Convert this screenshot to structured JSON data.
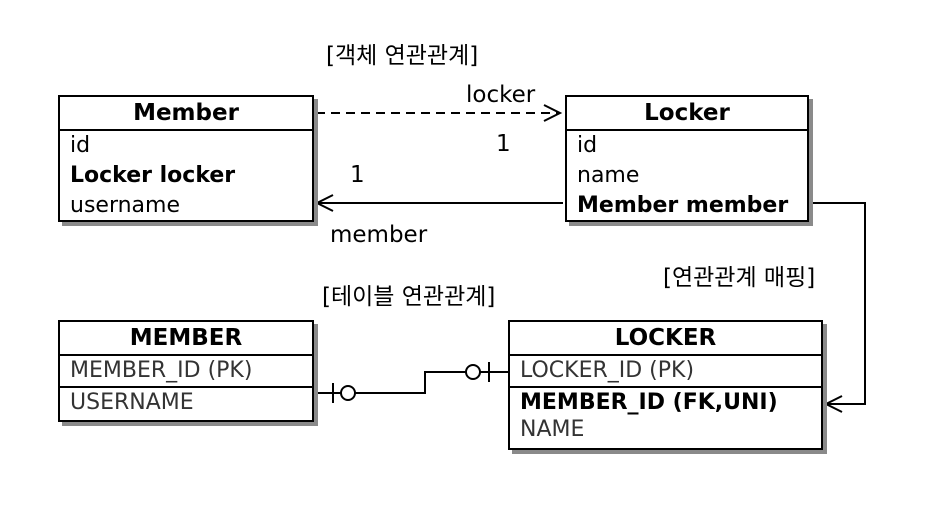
{
  "headings": {
    "object_relation": "[객체 연관관계]",
    "table_relation": "[테이블 연관관계]",
    "relation_mapping": "[연관관계 매핑]"
  },
  "entities": {
    "member": {
      "title": "Member",
      "fields": [
        {
          "text": "id",
          "bold": false
        },
        {
          "text": "Locker locker",
          "bold": true
        },
        {
          "text": "username",
          "bold": false
        }
      ]
    },
    "locker": {
      "title": "Locker",
      "fields": [
        {
          "text": "id",
          "bold": false
        },
        {
          "text": "name",
          "bold": false
        },
        {
          "text": "Member member",
          "bold": true
        }
      ]
    }
  },
  "tables": {
    "member": {
      "title": "MEMBER",
      "pk": "MEMBER_ID (PK)",
      "columns": [
        "USERNAME"
      ]
    },
    "locker": {
      "title": "LOCKER",
      "pk": "LOCKER_ID (PK)",
      "columns": [
        "MEMBER_ID (FK,UNI)",
        "NAME"
      ]
    }
  },
  "edges": {
    "locker_label": "locker",
    "locker_multiplicity": "1",
    "member_label": "member",
    "member_multiplicity": "1"
  }
}
